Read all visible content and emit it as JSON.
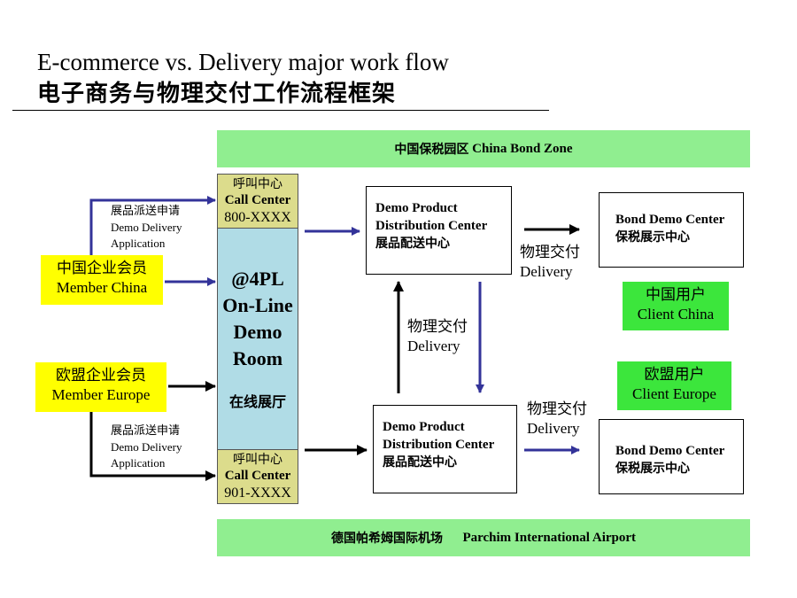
{
  "title": {
    "en": "E-commerce vs. Delivery major work flow",
    "zh": "电子商务与物理交付工作流程框架"
  },
  "bands": {
    "top": {
      "zh": "中国保税园区",
      "en": "China Bond Zone"
    },
    "bottom": {
      "zh": "德国帕希姆国际机场",
      "en": "Parchim International Airport"
    }
  },
  "call_center_top": {
    "zh": "呼叫中心",
    "en": "Call Center",
    "number": "800-XXXX"
  },
  "call_center_bottom": {
    "zh": "呼叫中心",
    "en": "Call Center",
    "number": "901-XXXX"
  },
  "online_room": {
    "lines": [
      "@4PL",
      "On-Line",
      "Demo",
      "Room"
    ],
    "zh": "在线展厅"
  },
  "members": {
    "china": {
      "zh": "中国企业会员",
      "en": "Member China"
    },
    "europe": {
      "zh": "欧盟企业会员",
      "en": "Member Europe"
    }
  },
  "applications": {
    "top": {
      "zh": "展品派送申请",
      "en1": "Demo Delivery",
      "en2": "Application"
    },
    "bottom": {
      "zh": "展品派送申请",
      "en1": "Demo Delivery",
      "en2": "Application"
    }
  },
  "distribution_centers": {
    "top": {
      "en1": "Demo Product",
      "en2": "Distribution Center",
      "zh": "展品配送中心"
    },
    "bottom": {
      "en1": "Demo Product",
      "en2": "Distribution Center",
      "zh": "展品配送中心"
    }
  },
  "bond_centers": {
    "top": {
      "en": "Bond Demo Center",
      "zh": "保税展示中心"
    },
    "bottom": {
      "en": "Bond Demo Center",
      "zh": "保税展示中心"
    }
  },
  "clients": {
    "china": {
      "zh": "中国用户",
      "en": "Client China"
    },
    "europe": {
      "zh": "欧盟用户",
      "en": "Client Europe"
    }
  },
  "delivery_labels": {
    "right_top": {
      "zh": "物理交付",
      "en": "Delivery"
    },
    "middle": {
      "zh": "物理交付",
      "en": "Delivery"
    },
    "right_bottom": {
      "zh": "物理交付",
      "en": "Delivery"
    }
  },
  "colors": {
    "band_green": "#90ee90",
    "room_blue": "#b0dce6",
    "call_center_khaki": "#dcdc8c",
    "member_yellow": "#ffff00",
    "client_green": "#3ce63c",
    "arrow_navy": "#333399",
    "arrow_black": "#000000"
  }
}
